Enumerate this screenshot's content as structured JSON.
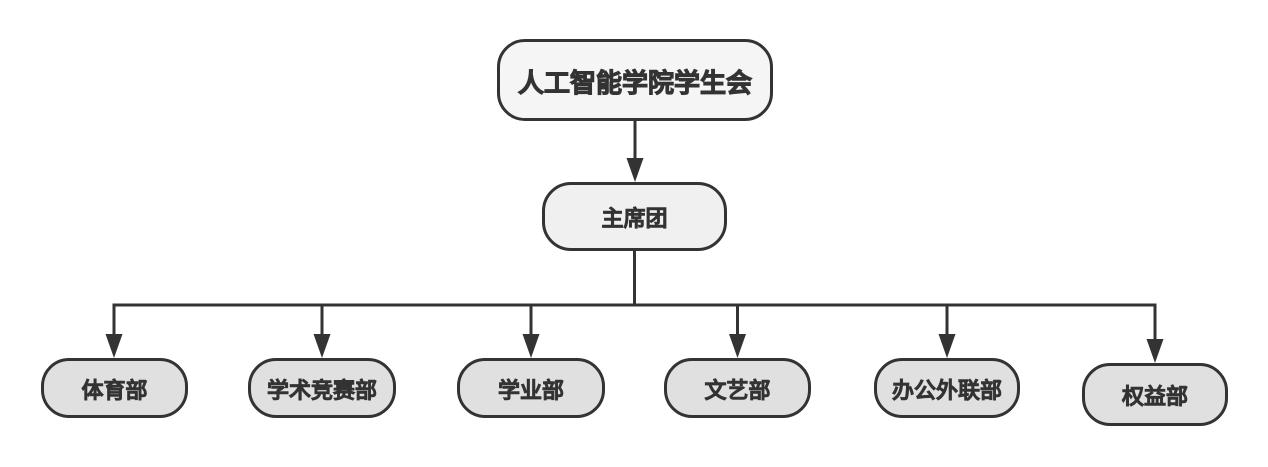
{
  "diagram": {
    "type": "org-chart",
    "title": "人工智能学院学生会",
    "root": {
      "id": "student-union",
      "label": "人工智能学院学生会"
    },
    "level2": {
      "id": "presidium",
      "label": "主席团",
      "parent": "student-union"
    },
    "departments": [
      {
        "id": "sports-dept",
        "label": "体育部",
        "parent": "presidium"
      },
      {
        "id": "academic-competition-dept",
        "label": "学术竞赛部",
        "parent": "presidium"
      },
      {
        "id": "academics-dept",
        "label": "学业部",
        "parent": "presidium"
      },
      {
        "id": "arts-dept",
        "label": "文艺部",
        "parent": "presidium"
      },
      {
        "id": "office-outreach-dept",
        "label": "办公外联部",
        "parent": "presidium"
      },
      {
        "id": "rights-dept",
        "label": "权益部",
        "parent": "presidium"
      }
    ],
    "edges": [
      {
        "from": "student-union",
        "to": "presidium",
        "arrow": "triangle"
      },
      {
        "from": "presidium",
        "to": "sports-dept",
        "arrow": "triangle"
      },
      {
        "from": "presidium",
        "to": "academic-competition-dept",
        "arrow": "triangle"
      },
      {
        "from": "presidium",
        "to": "academics-dept",
        "arrow": "triangle"
      },
      {
        "from": "presidium",
        "to": "arts-dept",
        "arrow": "triangle"
      },
      {
        "from": "presidium",
        "to": "office-outreach-dept",
        "arrow": "triangle"
      },
      {
        "from": "presidium",
        "to": "rights-dept",
        "arrow": "triangle"
      }
    ]
  },
  "colors": {
    "canvas_bg": "#ffffff",
    "line": "#333333",
    "text": "#333333",
    "fill_root": "#f5f5f5",
    "fill_presidium": "#f0f0f0",
    "fill_dept": "#e0e0e0"
  }
}
